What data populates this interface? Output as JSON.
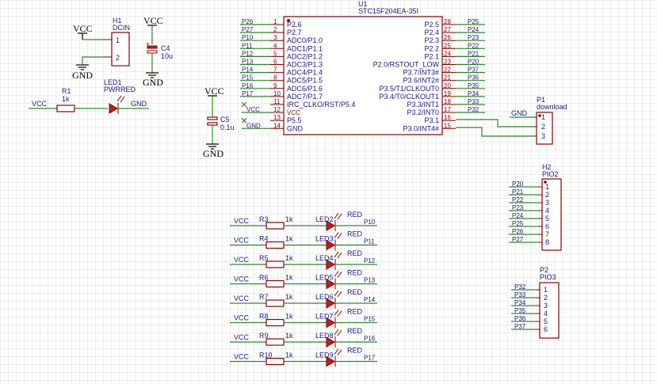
{
  "power": {
    "vcc": "VCC",
    "gnd": "GND"
  },
  "h1": {
    "ref": "H1",
    "value": "DCIN",
    "pins": [
      "1",
      "2"
    ]
  },
  "c4": {
    "ref": "C4",
    "value": "10u",
    "polarity": "+"
  },
  "r1": {
    "ref": "R1",
    "value": "1k"
  },
  "led1": {
    "ref": "LED1",
    "value": "PWRRED"
  },
  "c5": {
    "ref": "C5",
    "value": "0.1u"
  },
  "u1": {
    "ref": "U1",
    "value": "STC15F204EA-35I",
    "left_pins": [
      {
        "num": "1",
        "name": "P2.6",
        "net": "P26"
      },
      {
        "num": "2",
        "name": "P2.7",
        "net": "P27"
      },
      {
        "num": "3",
        "name": "ADC0/P1.0",
        "net": "P10"
      },
      {
        "num": "4",
        "name": "ADC1/P1.1",
        "net": "P11"
      },
      {
        "num": "5",
        "name": "ADC2/P1.2",
        "net": "P12"
      },
      {
        "num": "6",
        "name": "ADC3/P1.3",
        "net": "P13"
      },
      {
        "num": "7",
        "name": "ADC4/P1.4",
        "net": "P14"
      },
      {
        "num": "8",
        "name": "ADC5/P1.5",
        "net": "P15"
      },
      {
        "num": "9",
        "name": "ADC6/P1.6",
        "net": "P16"
      },
      {
        "num": "10",
        "name": "ADC7/P1.7",
        "net": "P17"
      },
      {
        "num": "11",
        "name": "IRC_CLKO/RST/P5.4",
        "net": ""
      },
      {
        "num": "12",
        "name": "VCC",
        "net": "VCC"
      },
      {
        "num": "13",
        "name": "P5.5",
        "net": ""
      },
      {
        "num": "14",
        "name": "GND",
        "net": "GND"
      }
    ],
    "right_pins": [
      {
        "num": "28",
        "name": "P2.5",
        "net": "P25"
      },
      {
        "num": "27",
        "name": "P2.4",
        "net": "P24"
      },
      {
        "num": "26",
        "name": "P2.3",
        "net": "P23"
      },
      {
        "num": "25",
        "name": "P2.2",
        "net": "P22"
      },
      {
        "num": "24",
        "name": "P2.1",
        "net": "P21"
      },
      {
        "num": "23",
        "name": "P2.0/RSTOUT_LOW",
        "net": "P20"
      },
      {
        "num": "22",
        "name": "P3.7/INT3#",
        "net": "P37"
      },
      {
        "num": "21",
        "name": "P3.6/INT2#",
        "net": "P36"
      },
      {
        "num": "20",
        "name": "P3.5/T1/CLKOUT0",
        "net": "P35"
      },
      {
        "num": "19",
        "name": "P3.4/T0/CLKOUT1",
        "net": "P34"
      },
      {
        "num": "18",
        "name": "P3.3/INT1",
        "net": "P33"
      },
      {
        "num": "17",
        "name": "P3.2/INT0",
        "net": "P32"
      },
      {
        "num": "16",
        "name": "P3.1",
        "net": ""
      },
      {
        "num": "15",
        "name": "P3.0/INT4#",
        "net": ""
      }
    ]
  },
  "p1": {
    "ref": "P1",
    "value": "download",
    "pins": [
      "1",
      "2",
      "3"
    ],
    "net": "GND"
  },
  "h2": {
    "ref": "H2",
    "value": "PIO2",
    "pins": [
      "1",
      "2",
      "3",
      "4",
      "5",
      "6",
      "7",
      "8"
    ],
    "nets": [
      "P20",
      "P21",
      "P22",
      "P23",
      "P24",
      "P25",
      "P26",
      "P27"
    ]
  },
  "p2": {
    "ref": "P2",
    "value": "PIO3",
    "pins": [
      "1",
      "2",
      "3",
      "4",
      "5",
      "6"
    ],
    "nets": [
      "P32",
      "P33",
      "P34",
      "P35",
      "P36",
      "P37"
    ]
  },
  "led_rows": [
    {
      "r": "R3",
      "rv": "1k",
      "led": "LED2",
      "color": "RED",
      "net": "P10",
      "src": "VCC"
    },
    {
      "r": "R4",
      "rv": "1k",
      "led": "LED3",
      "color": "RED",
      "net": "P11",
      "src": "VCC"
    },
    {
      "r": "R5",
      "rv": "1k",
      "led": "LED4",
      "color": "RED",
      "net": "P12",
      "src": "VCC"
    },
    {
      "r": "R6",
      "rv": "1k",
      "led": "LED5",
      "color": "RED",
      "net": "P13",
      "src": "VCC"
    },
    {
      "r": "R7",
      "rv": "1k",
      "led": "LED6",
      "color": "RED",
      "net": "P14",
      "src": "VCC"
    },
    {
      "r": "R8",
      "rv": "1k",
      "led": "LED7",
      "color": "RED",
      "net": "P15",
      "src": "VCC"
    },
    {
      "r": "R9",
      "rv": "1k",
      "led": "LED8",
      "color": "RED",
      "net": "P16",
      "src": "VCC"
    },
    {
      "r": "R10",
      "rv": "1k",
      "led": "LED9",
      "color": "RED",
      "net": "P17",
      "src": "VCC"
    }
  ]
}
